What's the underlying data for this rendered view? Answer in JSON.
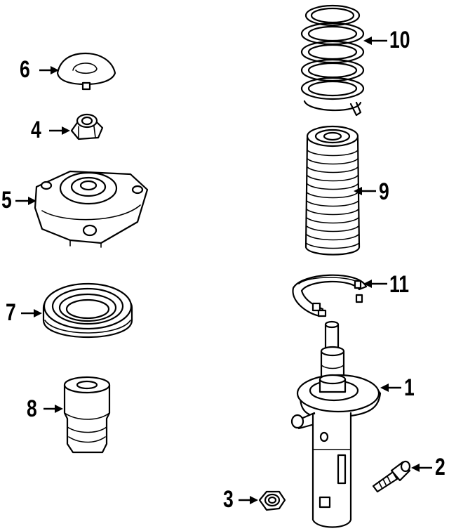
{
  "diagram": {
    "callouts": {
      "c1": "1",
      "c2": "2",
      "c3": "3",
      "c4": "4",
      "c5": "5",
      "c6": "6",
      "c7": "7",
      "c8": "8",
      "c9": "9",
      "c10": "10",
      "c11": "11"
    }
  },
  "colors": {
    "line": "#000000",
    "background": "#ffffff"
  }
}
